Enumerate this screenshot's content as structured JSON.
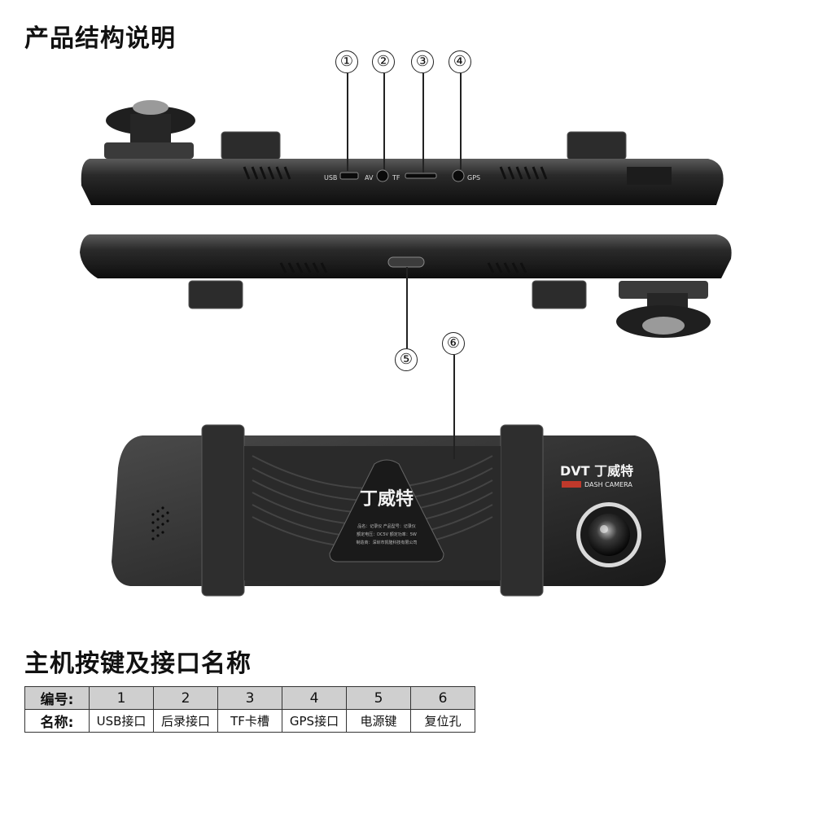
{
  "headings": {
    "structure": "产品结构说明",
    "buttons": "主机按键及接口名称"
  },
  "callouts": [
    "①",
    "②",
    "③",
    "④",
    "⑤",
    "⑥"
  ],
  "port_labels": {
    "usb": "USB",
    "av": "AV",
    "tf": "TF",
    "gps": "GPS"
  },
  "brand": {
    "logo": "DVT 丁威特",
    "subtitle": "DASH CAMERA",
    "back_logo": "丁威特",
    "label_line1": "品名：记录仪    产品型号：记录仪",
    "label_line2": "额定电压：DC5V    额定功率：5W",
    "label_line3": "制造商：深圳市凯隆科技有限公司"
  },
  "table": {
    "header_num": "编号:",
    "header_name": "名称:",
    "numbers": [
      "1",
      "2",
      "3",
      "4",
      "5",
      "6"
    ],
    "names": [
      "USB接口",
      "后录接口",
      "TF卡槽",
      "GPS接口",
      "电源键",
      "复位孔"
    ]
  }
}
